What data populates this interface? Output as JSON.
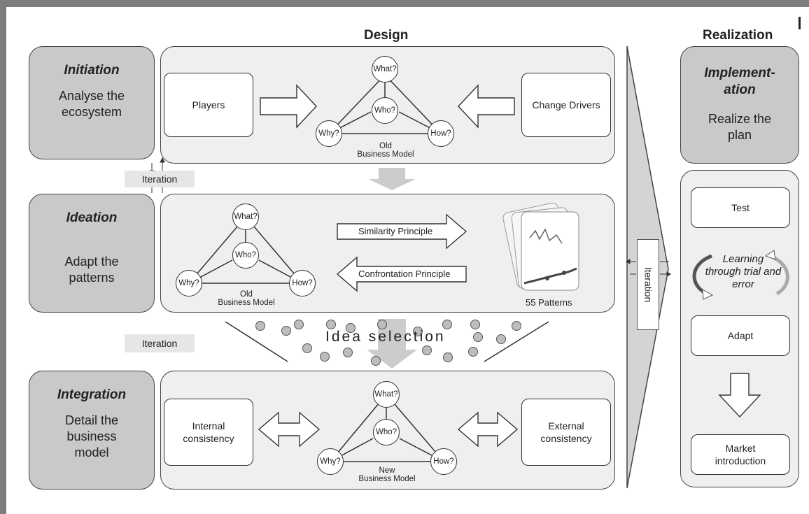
{
  "headers": {
    "design": "Design",
    "realization": "Realization"
  },
  "stages": {
    "initiation": {
      "title": "Initiation",
      "desc": [
        "Analyse the",
        "ecosystem"
      ]
    },
    "ideation": {
      "title": "Ideation",
      "desc": [
        "Adapt the",
        "patterns"
      ]
    },
    "integration": {
      "title": "Integration",
      "desc": [
        "Detail the",
        "business",
        "model"
      ]
    },
    "implementation": {
      "title": [
        "Implement-",
        "ation"
      ],
      "desc": [
        "Realize the",
        "plan"
      ]
    }
  },
  "initiation_panel": {
    "left_box": "Players",
    "right_box": "Change Drivers",
    "model": {
      "what": "What?",
      "who": "Who?",
      "why": "Why?",
      "how": "How?",
      "caption": [
        "Old",
        "Business Model"
      ]
    }
  },
  "ideation_panel": {
    "model": {
      "what": "What?",
      "who": "Who?",
      "why": "Why?",
      "how": "How?",
      "caption": [
        "Old",
        "Business Model"
      ]
    },
    "similarity": "Similarity Principle",
    "confrontation": "Confrontation Principle",
    "patterns_label": "55 Patterns"
  },
  "integration_panel": {
    "left_box": [
      "Internal",
      "consistency"
    ],
    "right_box": [
      "External",
      "consistency"
    ],
    "model": {
      "what": "What?",
      "who": "Who?",
      "why": "Why?",
      "how": "How?",
      "caption": [
        "New",
        "Business Model"
      ]
    }
  },
  "iteration": {
    "upper": "Iteration",
    "lower": "Iteration",
    "vertical": "Iteration"
  },
  "idea_selection": "Idea selection",
  "realization_panel": {
    "test": "Test",
    "learning": [
      "Learning",
      "through trial and",
      "error"
    ],
    "adapt": "Adapt",
    "market": [
      "Market",
      "introduction"
    ]
  },
  "colors": {
    "stage_fill": "#c9c9c9",
    "panel_fill": "#efefef",
    "frame": "#7d7d7d",
    "dot_fill": "#bdbdbd",
    "arrow_grey": "#cccccc"
  },
  "icons": [
    "right-arrow-icon",
    "left-arrow-icon",
    "double-arrow-icon",
    "down-arrow-icon",
    "cycle-arrow-icon",
    "pattern-cards-icon"
  ]
}
